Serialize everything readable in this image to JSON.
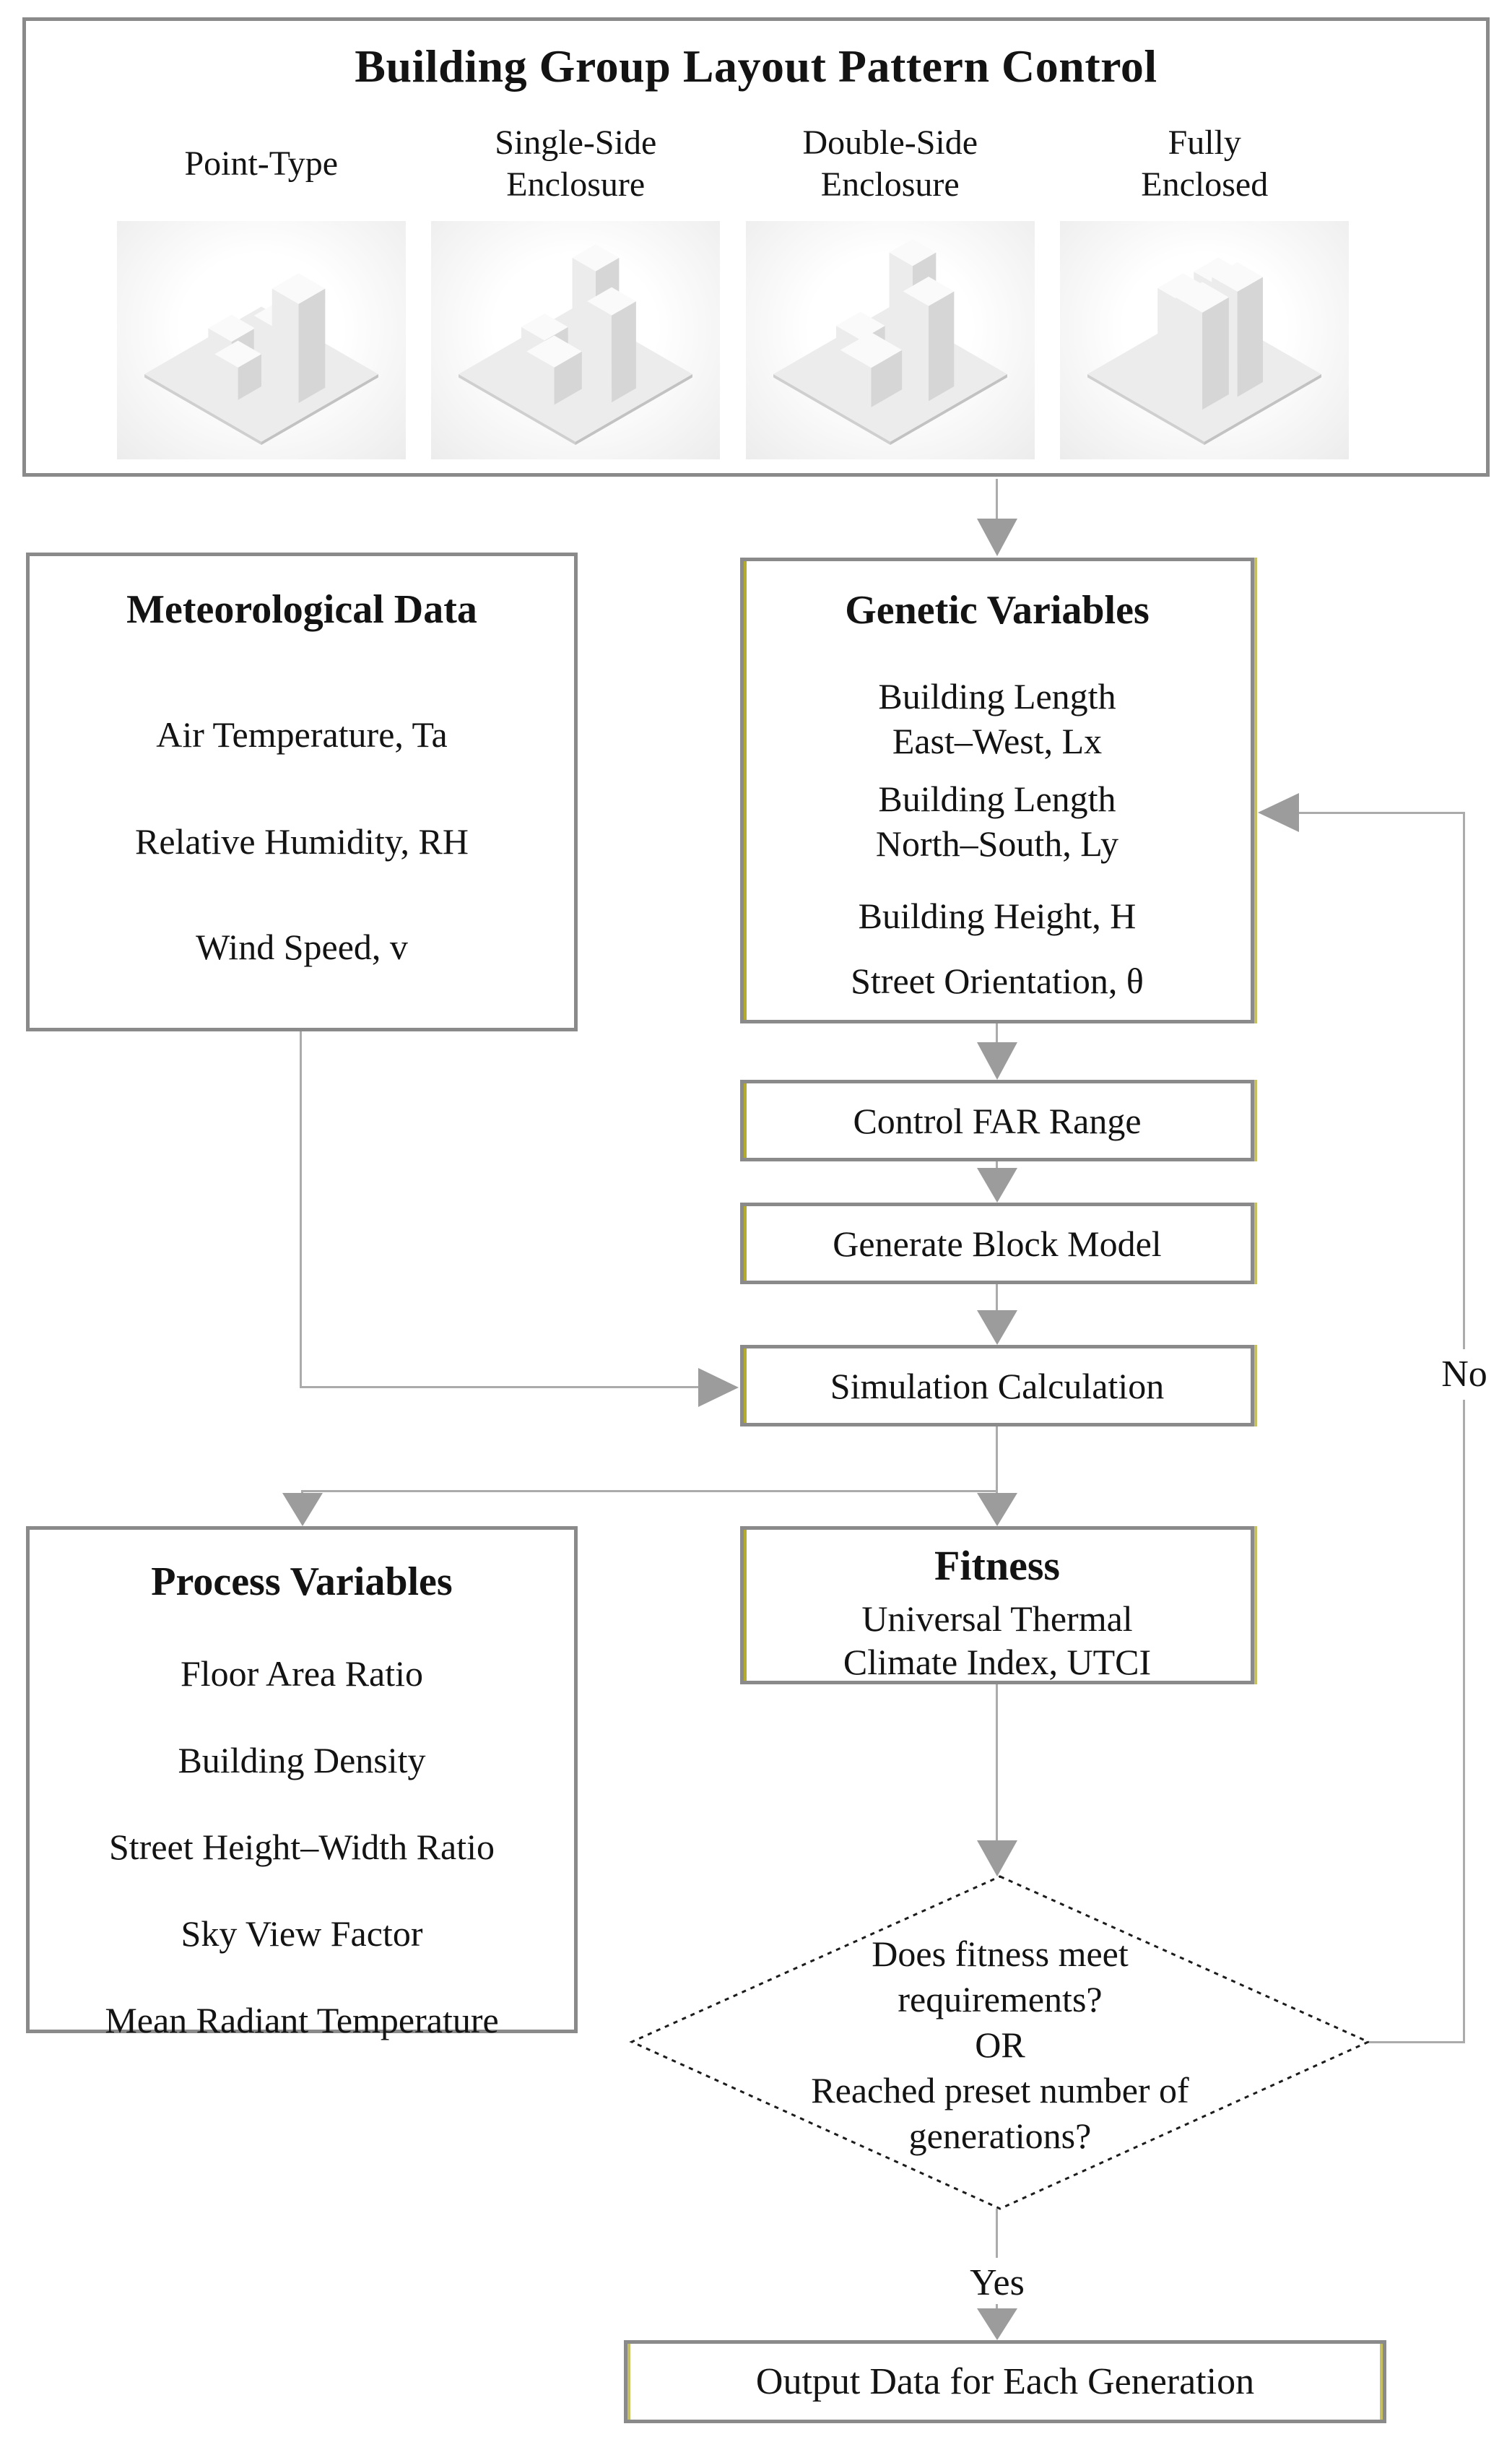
{
  "palette": {
    "box_border_gray": "#8a8a8a",
    "olive_accent": "#b4ab2e",
    "connector_gray": "#ababab",
    "arrowhead_gray": "#9c9c9c",
    "text_color": "#131313"
  },
  "top_panel": {
    "title": "Building Group Layout Pattern Control",
    "patterns": [
      {
        "label_line1": "Point-Type",
        "label_line2": ""
      },
      {
        "label_line1": "Single-Side",
        "label_line2": "Enclosure"
      },
      {
        "label_line1": "Double-Side",
        "label_line2": "Enclosure"
      },
      {
        "label_line1": "Fully",
        "label_line2": "Enclosed"
      }
    ]
  },
  "met_box": {
    "title": "Meteorological Data",
    "items": [
      "Air Temperature, Ta",
      "Relative Humidity, RH",
      "Wind Speed, v"
    ]
  },
  "genetic_box": {
    "title": "Genetic Variables",
    "items": [
      {
        "line1": "Building Length",
        "line2": "East–West, Lx"
      },
      {
        "line1": "Building Length",
        "line2": "North–South, Ly"
      },
      {
        "line1": "Building Height, H"
      },
      {
        "line1": "Street Orientation, θ"
      }
    ]
  },
  "steps": {
    "control_far": "Control FAR Range",
    "generate_block": "Generate Block Model",
    "simulation": "Simulation Calculation"
  },
  "process_box": {
    "title": "Process Variables",
    "items": [
      "Floor Area Ratio",
      "Building Density",
      "Street Height–Width Ratio",
      "Sky View Factor",
      "Mean Radiant Temperature"
    ]
  },
  "fitness_box": {
    "title": "Fitness",
    "line1": "Universal Thermal",
    "line2": "Climate Index, UTCI"
  },
  "decision": {
    "lines": [
      "Does fitness meet",
      "requirements?",
      "OR",
      "Reached preset number of",
      "generations?"
    ],
    "yes_label": "Yes",
    "no_label": "No"
  },
  "output_box": {
    "label": "Output Data for Each Generation"
  }
}
